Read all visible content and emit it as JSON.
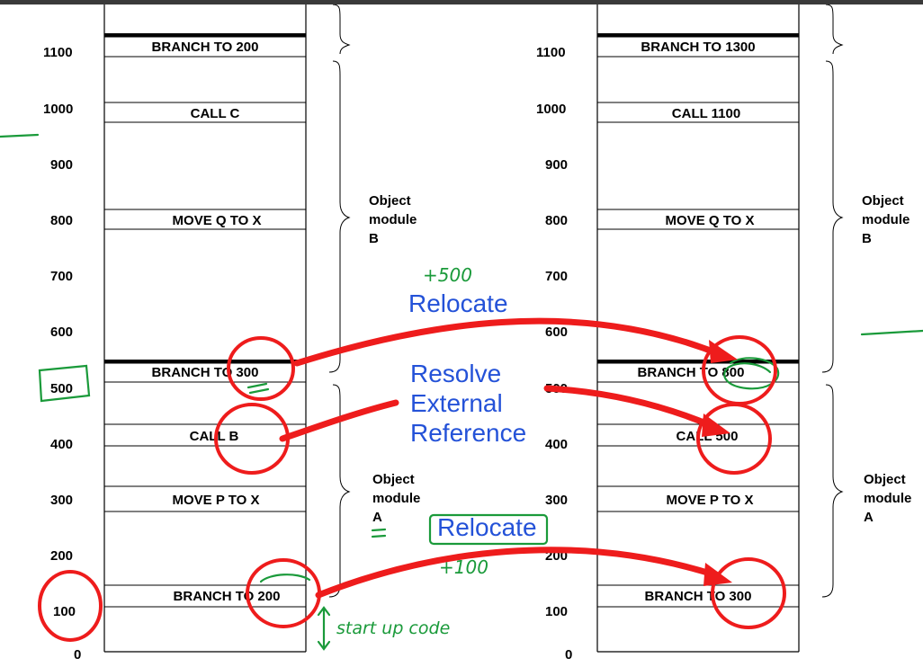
{
  "addresses": [
    "1100",
    "1000",
    "900",
    "800",
    "700",
    "600",
    "500",
    "400",
    "300",
    "200",
    "100",
    "0"
  ],
  "left_memory": {
    "instructions": [
      "BRANCH TO 200",
      "CALL C",
      "MOVE Q TO X",
      "BRANCH TO 300",
      "CALL B",
      "MOVE P TO X",
      "BRANCH TO 200"
    ],
    "module_b_label": [
      "Object",
      "module",
      "B"
    ],
    "module_a_label": [
      "Object",
      "module",
      "A"
    ]
  },
  "right_memory": {
    "instructions": [
      "BRANCH TO 1300",
      "CALL 1100",
      "MOVE Q TO X",
      "BRANCH TO 800",
      "CALL 500",
      "MOVE P TO X",
      "BRANCH TO 300"
    ],
    "module_b_label": [
      "Object",
      "module",
      "B"
    ],
    "module_a_label": [
      "Object",
      "module",
      "A"
    ]
  },
  "annotations": {
    "relocate_top": "Relocate",
    "resolve": [
      "Resolve",
      "External",
      "Reference"
    ],
    "relocate_bottom": "Relocate",
    "plus_500": "+500",
    "plus_100": "+100",
    "startup_code": "start up code"
  },
  "colors": {
    "arrow_red": "#ee1c1c",
    "annotation_blue": "#2452d8",
    "annotation_green": "#1a9a3a"
  }
}
